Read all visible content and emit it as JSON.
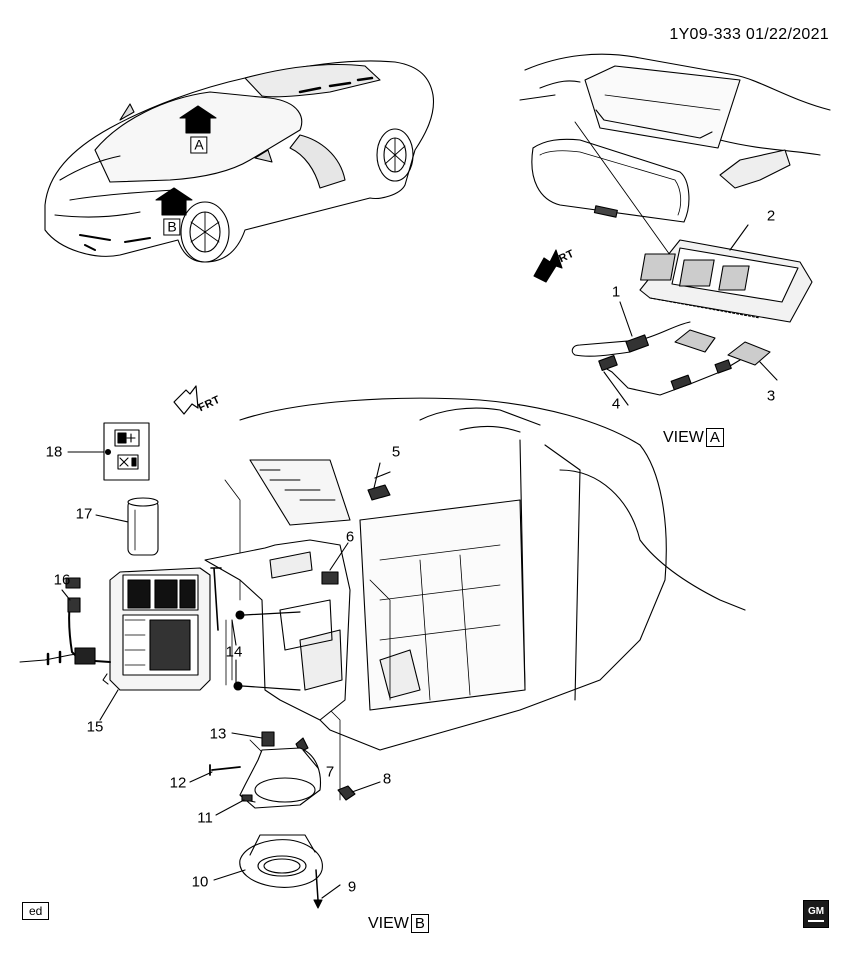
{
  "doc_id": "1Y09-333  01/22/2021",
  "views": {
    "a_label": "VIEW",
    "a_letter": "A",
    "b_label": "VIEW",
    "b_letter": "B"
  },
  "overview_arrows": {
    "a": "A",
    "b": "B"
  },
  "frt_labels": {
    "upper": "FRT",
    "lower": "FRT"
  },
  "callouts": {
    "c1": "1",
    "c2": "2",
    "c3": "3",
    "c4": "4",
    "c5": "5",
    "c6": "6",
    "c7": "7",
    "c8": "8",
    "c9": "9",
    "c10": "10",
    "c11": "11",
    "c12": "12",
    "c13": "13",
    "c14": "14",
    "c15": "15",
    "c16": "16",
    "c17": "17",
    "c18": "18"
  },
  "footer": {
    "ed": "ed",
    "logo": "GM"
  },
  "colors": {
    "ink": "#000000",
    "paper": "#ffffff",
    "shade": "#e6e6e6",
    "dark": "#1a1a1a"
  }
}
